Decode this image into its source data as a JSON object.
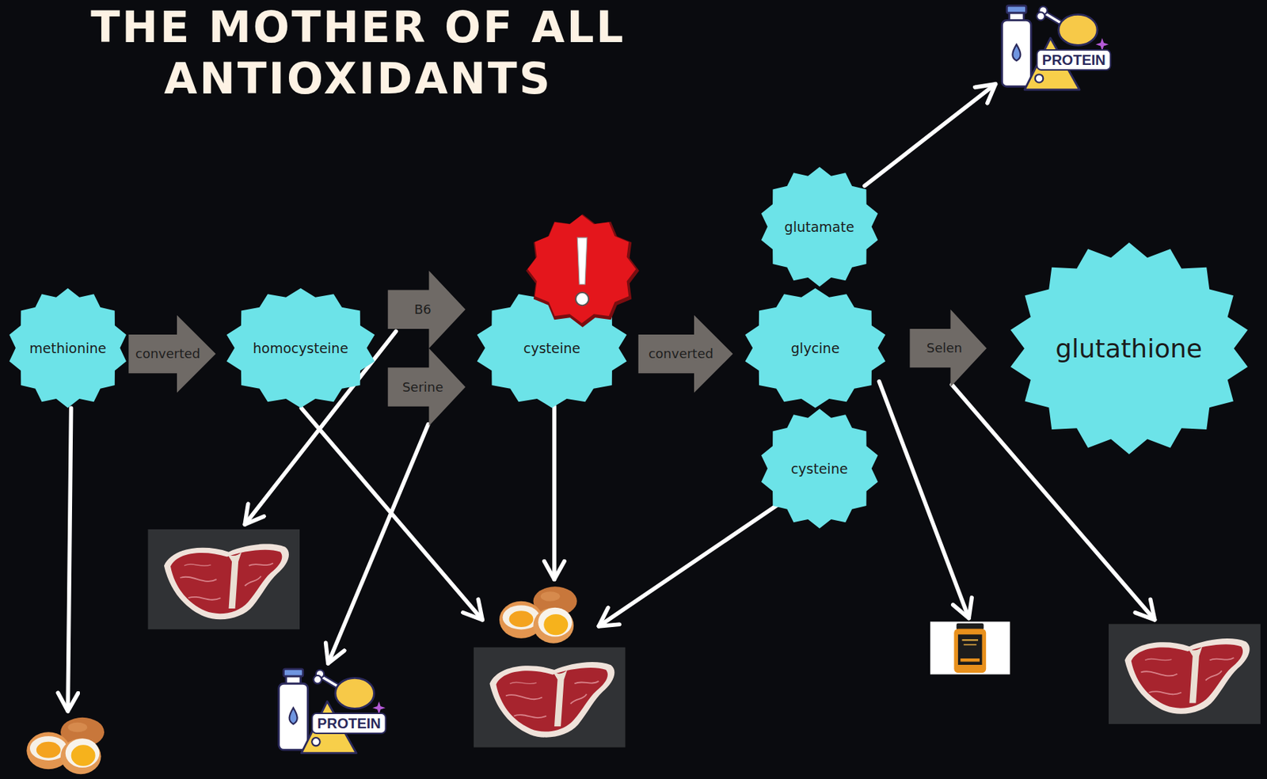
{
  "diagram": {
    "title": "THE MOTHER OF ALL ANTIOXIDANTS",
    "nodes": [
      {
        "text": [
          "methionine"
        ]
      },
      {
        "text": [
          "homocysteine"
        ]
      },
      {
        "text": [
          "cysteine"
        ]
      },
      {
        "text": [
          "glutamate"
        ]
      },
      {
        "text": [
          "glycine"
        ]
      },
      {
        "text": [
          "cysteine"
        ]
      },
      {
        "text": [
          "glutathione"
        ]
      }
    ],
    "edges": [
      {
        "from": 0,
        "to": 1,
        "label": "converted",
        "arrow": "to"
      },
      {
        "from": 1,
        "to": 2,
        "label": "B6",
        "arrow": "to"
      },
      {
        "from": 1,
        "to": 2,
        "label": "Serine",
        "arrow": "to"
      },
      {
        "from": 2,
        "to": 4,
        "label": "converted",
        "arrow": "to"
      },
      {
        "from": 4,
        "to": 6,
        "label": "Selen",
        "arrow": "to"
      }
    ],
    "labels": [
      "PROTEIN",
      "PROTEIN"
    ]
  }
}
